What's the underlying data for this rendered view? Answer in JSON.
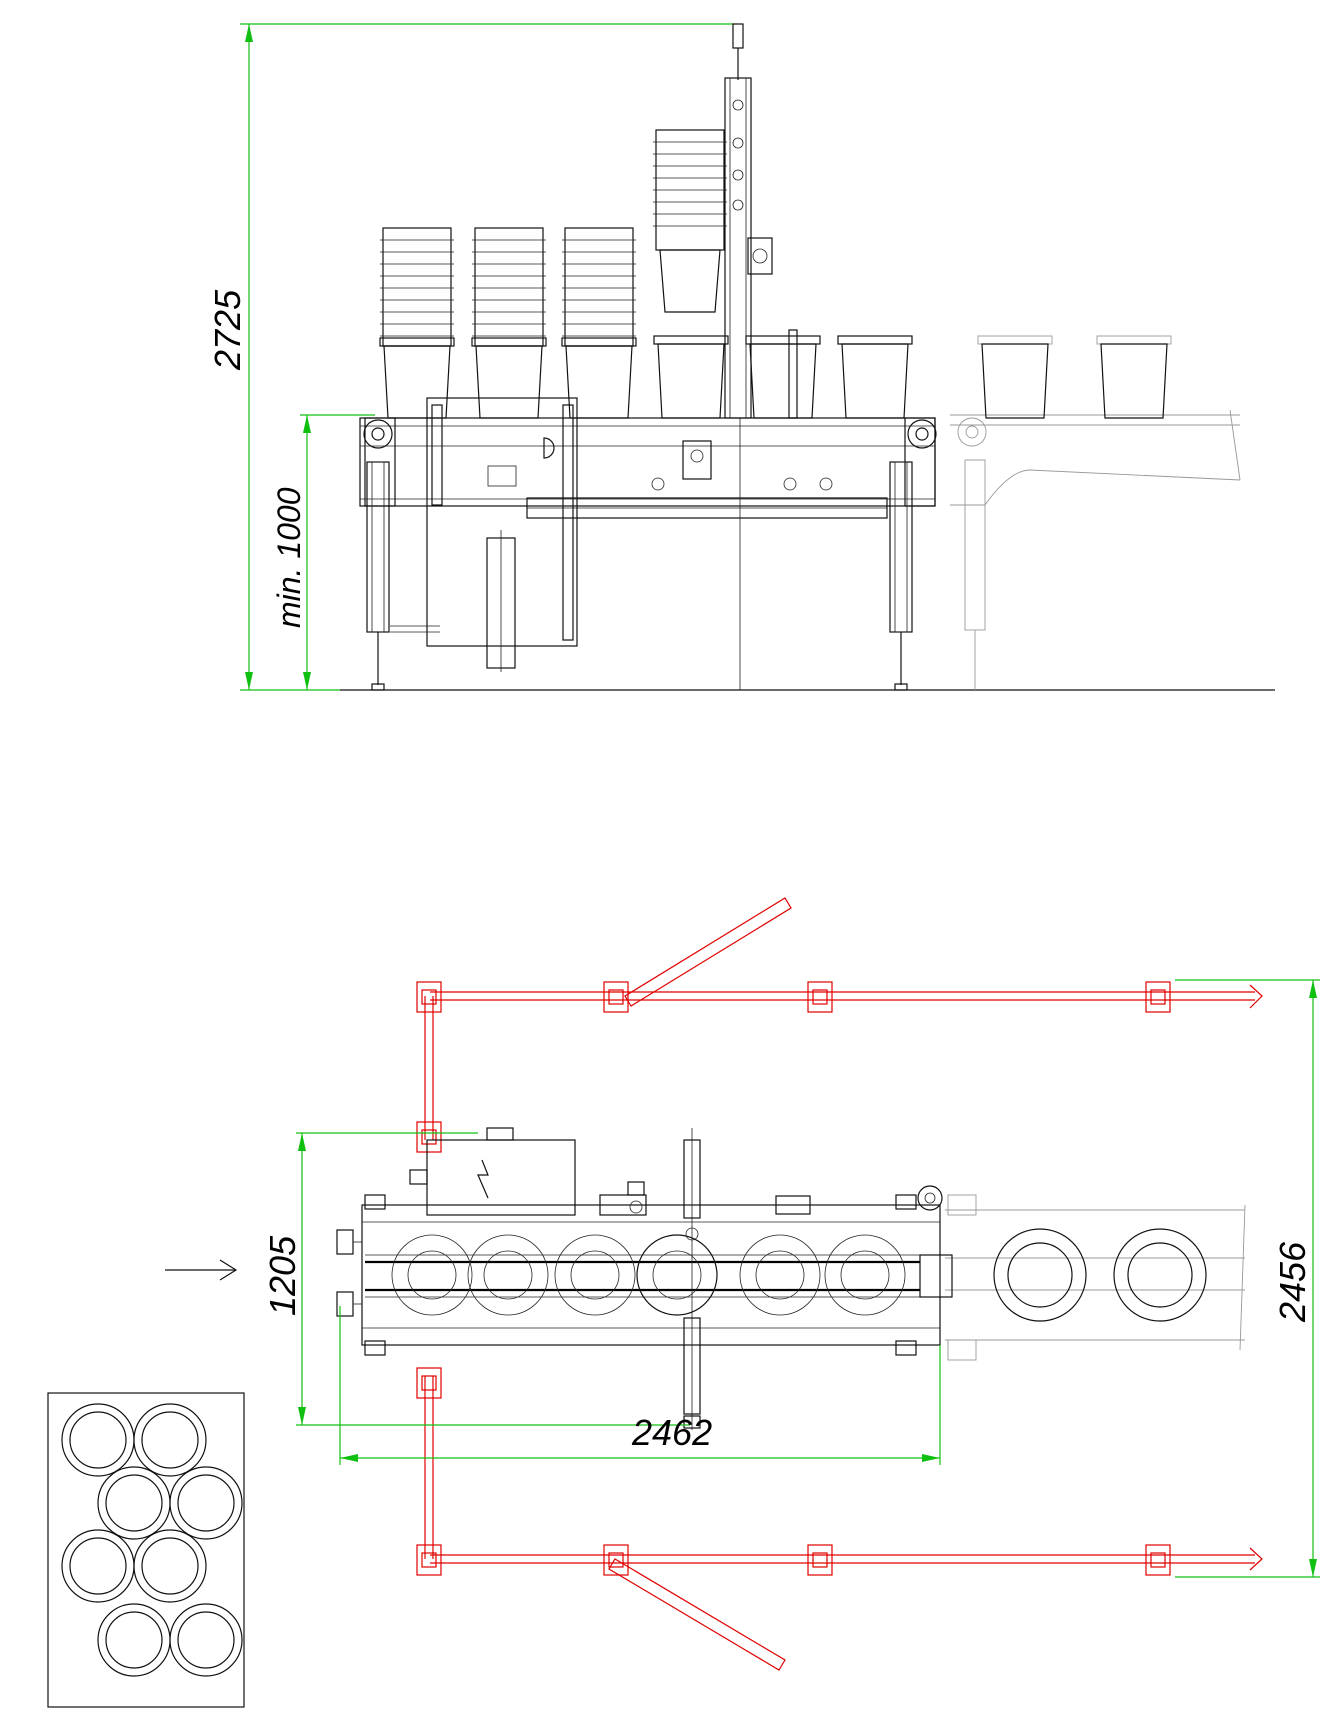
{
  "dimensions": {
    "total_height": "2725",
    "min_height": "min. 1000",
    "plan_width": "1205",
    "plan_length": "2462",
    "overall_width": "2456"
  },
  "colors": {
    "drawing_lines": "#000000",
    "dimension_lines": "#10c010",
    "safety_fence": "#e00000",
    "downstream_conveyor": "#999999"
  }
}
